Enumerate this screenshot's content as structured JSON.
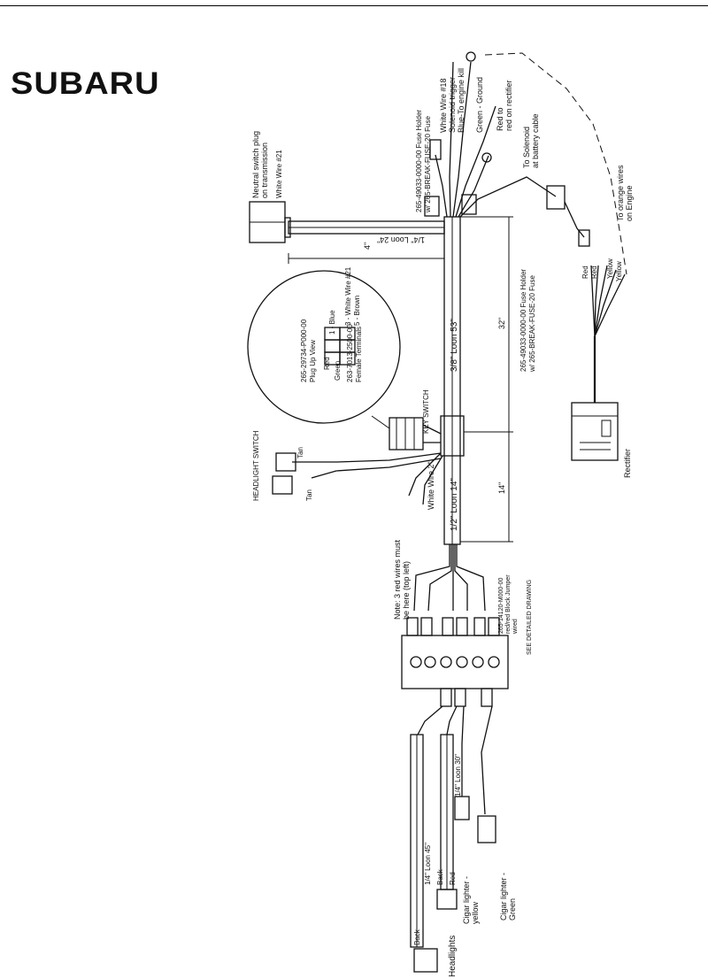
{
  "brand": "SUBARU",
  "labels": {
    "neutral_switch": "Neutral switch plug",
    "on_transmission": "on transmission",
    "white_wire_21_top": "White Wire #21",
    "loon_24": "1/4\" Loon 24\"",
    "dim_4": "4\"",
    "fuse_holder_1": "265-49033-0000-00 Fuse Holder",
    "fuse_1": "w/ 265-BREAK-FUSE-20 Fuse",
    "white_wire_18": "White Wire #18",
    "solenoid_trigger": "Solenoid trigger",
    "blue_engine_kill": "Blue-To engine kill",
    "green_ground": "Green - Ground",
    "red_to_red": "Red to",
    "red_on_rectifier": "red on rectifier",
    "to_solenoid": "To Solenoid",
    "at_battery_cable": "at battery cable",
    "to_orange_wires": "To orange wires",
    "on_engine": "on Engine",
    "red": "Red",
    "yellow": "Yellow",
    "yellow2": "Yellow",
    "fuse_holder_2": "265-49033-0000-00 Fuse Holder",
    "fuse_2": "w/ 265-BREAK-FUSE-20 Fuse",
    "rectifier": "Rectifier",
    "loon_53": "3/8\" Loon 53\"",
    "dim_32": "32\"",
    "plug_part": "265-29734-P000-00",
    "plug_up_view": "Plug Up View",
    "pin_blue": "1 - Blue",
    "pin_red": "Red",
    "pin_white21": "3 - White Wire #21",
    "pin_green": "Green",
    "pin_brown": "5 - Brown",
    "terminal_part": "263-7013-2500-00",
    "female_terminals": "Female Terminals",
    "key_switch": "KEY SWITCH",
    "headlight_switch": "HEADLIGHT SWITCH",
    "tan": "Tan",
    "tan2": "Tan",
    "white_wire_2": "White Wire 2\"",
    "loon_14": "1/2\" Loon 14\"",
    "dim_14": "14\"",
    "note_red_wires": "Note: 3 red wires must",
    "be_here": "be here (top left)",
    "jumper_1": "265-14120-M000-00",
    "jumper_2": "red/red Block Jumper",
    "jumper_3": "wired",
    "see_detailed": "SEE DETAILED DRAWING",
    "loon_45": "1/4\" Loon 45\"",
    "loon_30": "1/4\" Loon 30\"",
    "back_1": "Back",
    "back_2": "Back",
    "red_lower": "Red",
    "cigar_yellow_1": "Cigar lighter -",
    "cigar_yellow_2": "yellow",
    "cigar_green_1": "Cigar lighter -",
    "cigar_green_2": "Green",
    "headlights": "Headlights"
  }
}
